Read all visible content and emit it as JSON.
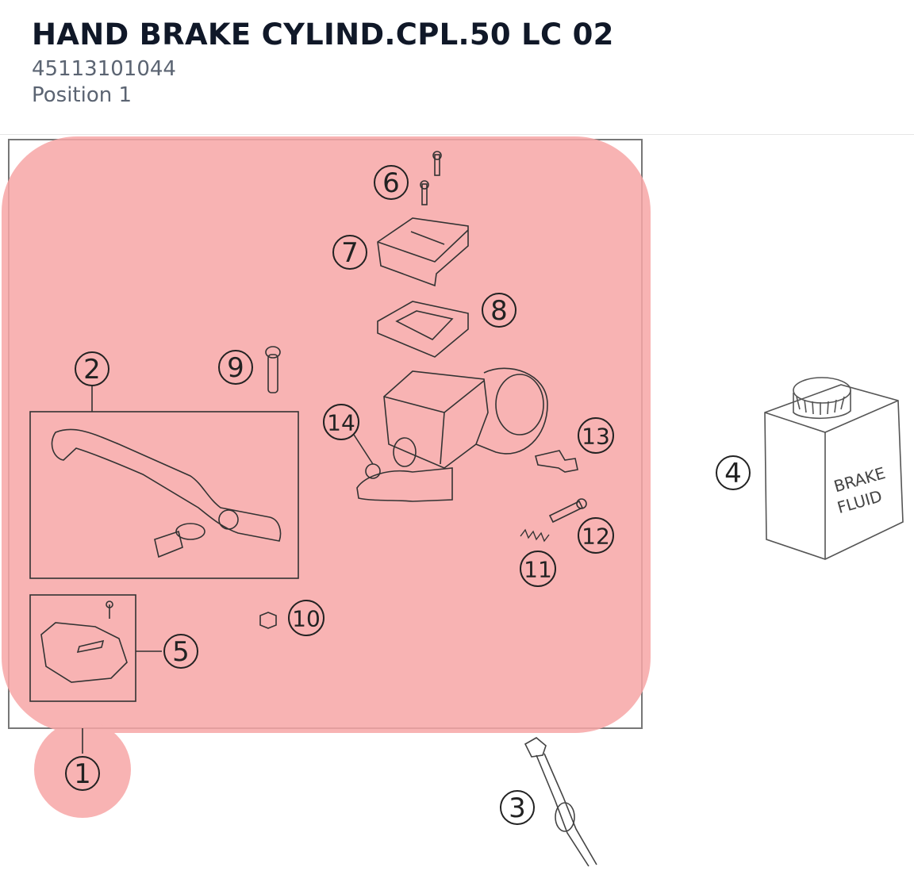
{
  "header": {
    "title": "HAND BRAKE CYLIND.CPL.50 LC 02",
    "part_number": "45113101044",
    "position_label": "Position 1"
  },
  "diagram": {
    "highlight_color": "#f7a6a6",
    "callouts": [
      "1",
      "2",
      "3",
      "4",
      "5",
      "6",
      "7",
      "8",
      "9",
      "10",
      "11",
      "12",
      "13",
      "14"
    ],
    "bottle_text_line1": "BRAKE",
    "bottle_text_line2": "FLUID"
  }
}
